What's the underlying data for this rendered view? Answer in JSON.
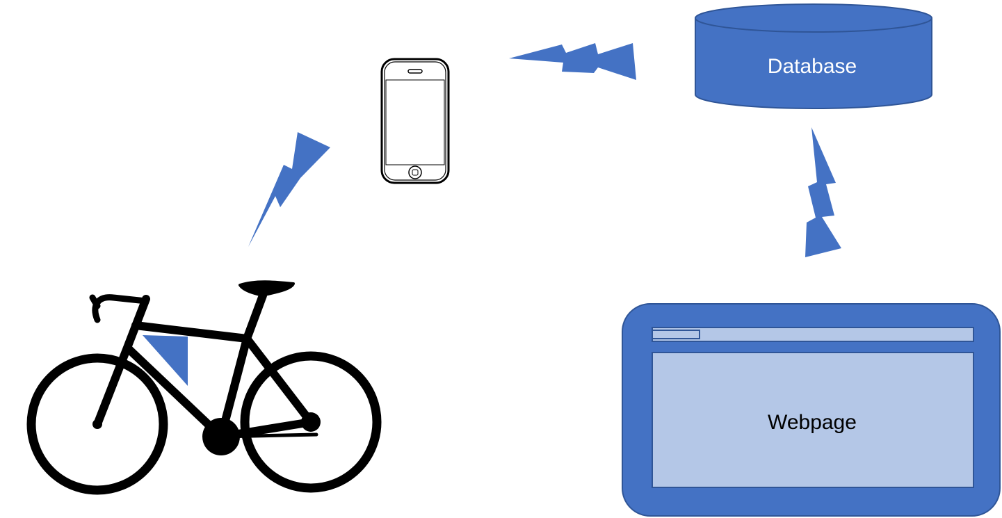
{
  "diagram": {
    "nodes": [
      {
        "id": "bicycle",
        "icon": "bicycle-icon"
      },
      {
        "id": "phone",
        "icon": "smartphone-icon"
      },
      {
        "id": "database",
        "icon": "database-cylinder-icon",
        "label": "Database"
      },
      {
        "id": "webpage",
        "icon": "browser-window-icon",
        "label": "Webpage"
      }
    ],
    "links": [
      {
        "from": "bicycle",
        "to": "phone",
        "style": "lightning-bolt"
      },
      {
        "from": "phone",
        "to": "database",
        "style": "lightning-bolt"
      },
      {
        "from": "database",
        "to": "webpage",
        "style": "lightning-bolt"
      }
    ],
    "colors": {
      "accent": "#4472C4",
      "accent_light": "#B4C7E7",
      "accent_border": "#2F5597",
      "ink": "#000000",
      "label_dark": "#000000",
      "label_light": "#FFFFFF"
    }
  }
}
